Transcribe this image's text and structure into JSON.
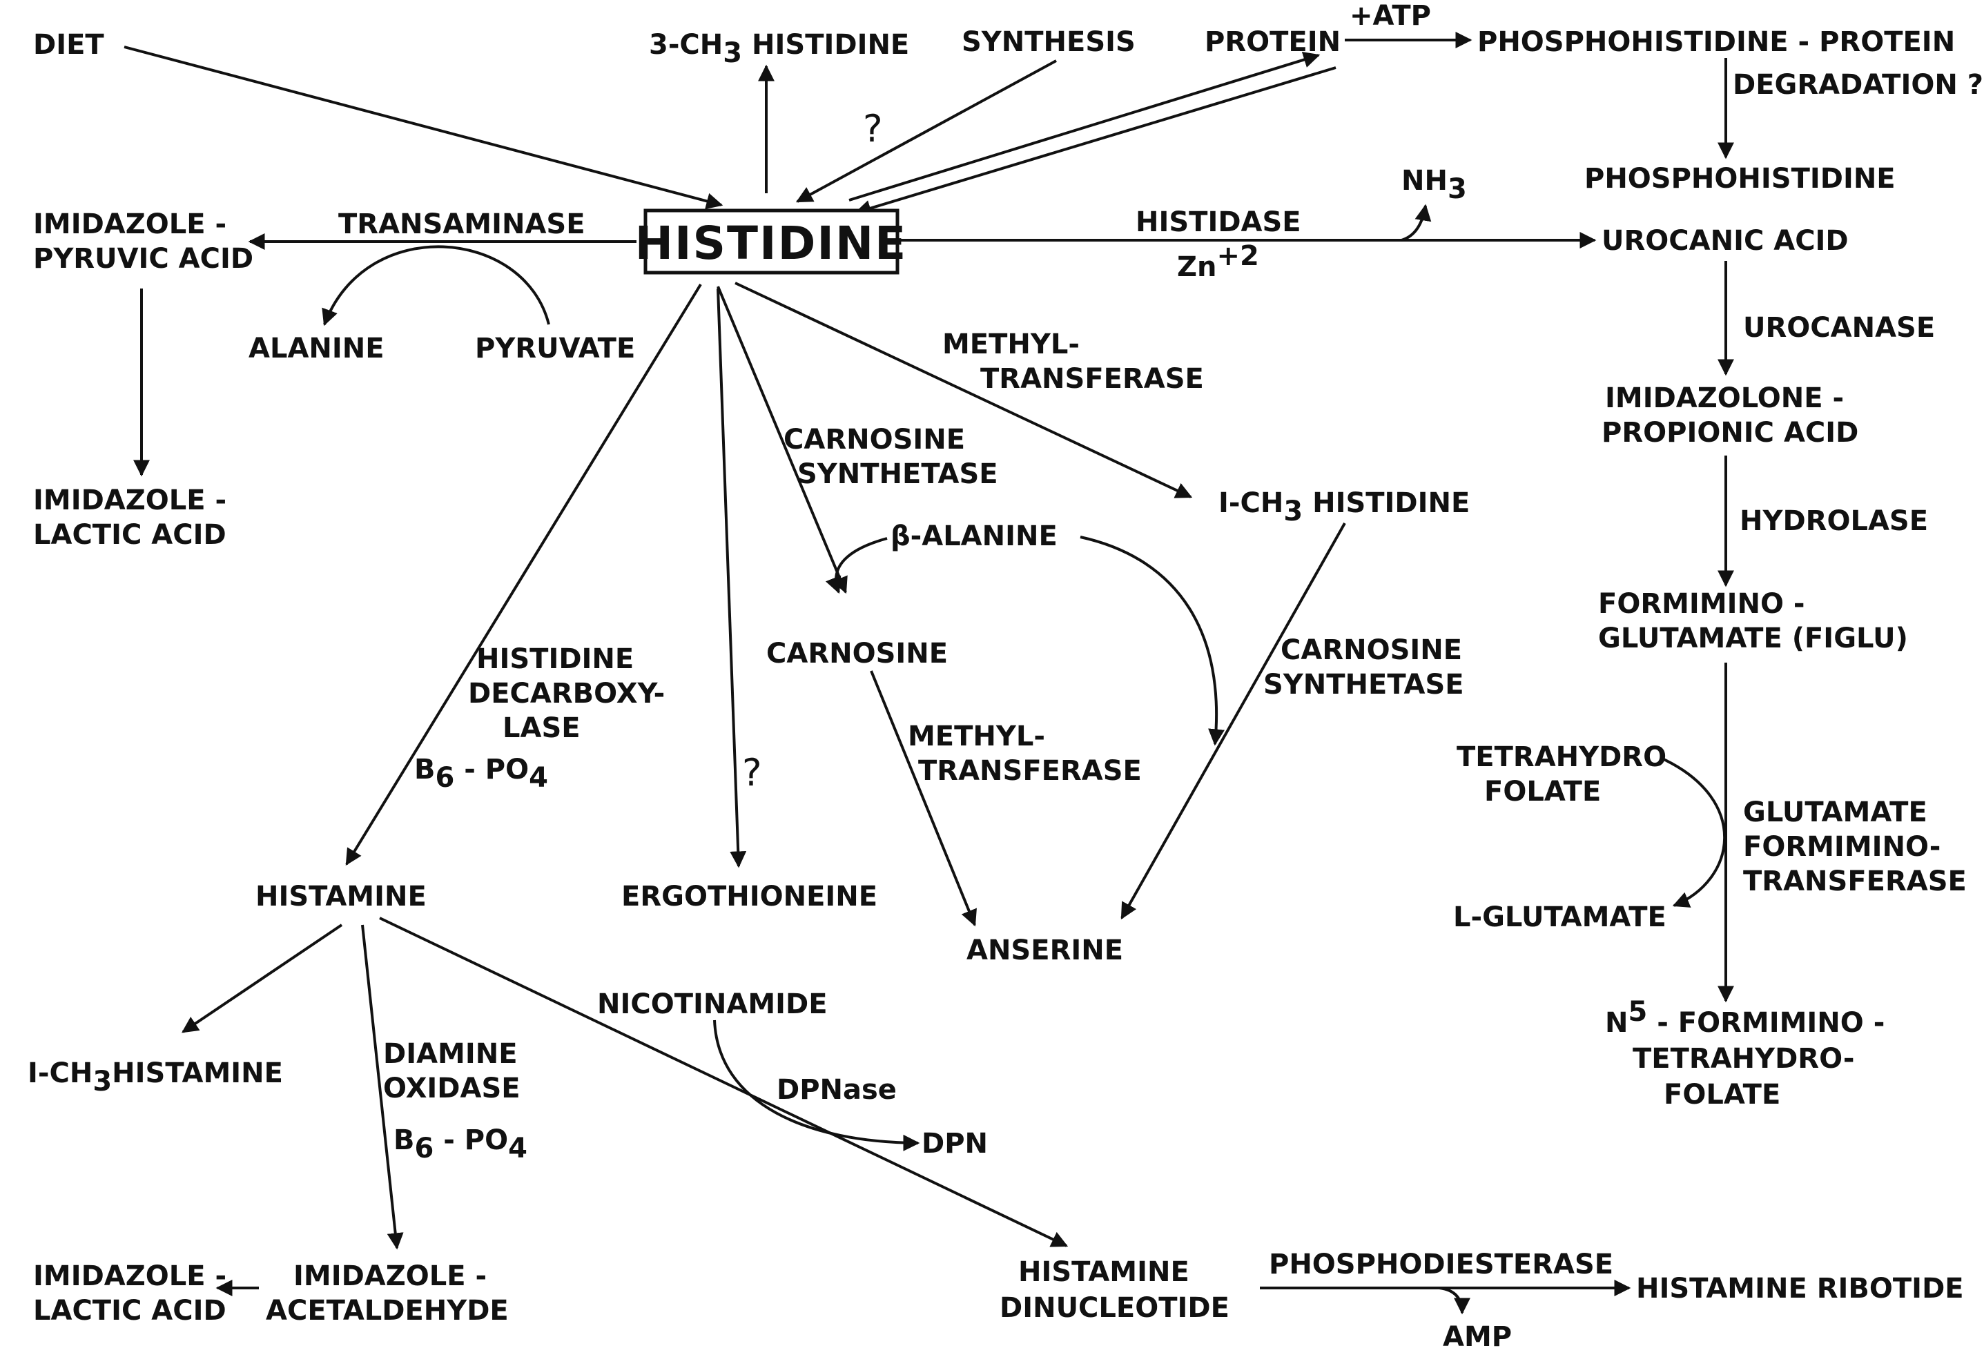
{
  "diagram": {
    "center": "HISTIDINE",
    "nodes": {
      "diet": "DIET",
      "methylhistidine3": [
        "3-CH",
        "3",
        " HISTIDINE"
      ],
      "synthesis": "SYNTHESIS",
      "protein": "PROTEIN",
      "phosphohistidine_protein": "PHOSPHOHISTIDINE - PROTEIN",
      "phosphohistidine": "PHOSPHOHISTIDINE",
      "nh3": [
        "NH",
        "3"
      ],
      "urocanic_acid": "UROCANIC ACID",
      "imidazolone_propionic": [
        "IMIDAZOLONE -",
        "PROPIONIC ACID"
      ],
      "figlu": [
        "FORMIMINO -",
        "GLUTAMATE (FIGLU)"
      ],
      "tetrahydrofolate": [
        "TETRAHYDRO",
        "FOLATE"
      ],
      "l_glutamate": "L-GLUTAMATE",
      "n5_formimino": [
        "N",
        "5",
        " - FORMIMINO -",
        "TETRAHYDRO-",
        "FOLATE"
      ],
      "imidazole_pyruvic": [
        "IMIDAZOLE -",
        "PYRUVIC ACID"
      ],
      "alanine": "ALANINE",
      "pyruvate": "PYRUVATE",
      "imidazole_lactic_top": [
        "IMIDAZOLE -",
        "LACTIC ACID"
      ],
      "methylhistidine1": [
        "I-CH",
        "3",
        " HISTIDINE"
      ],
      "beta_alanine": "β-ALANINE",
      "carnosine": "CARNOSINE",
      "anserine": "ANSERINE",
      "ergothioneine": "ERGOTHIONEINE",
      "histamine": "HISTAMINE",
      "methylhistamine": [
        "I-CH",
        "3",
        "HISTAMINE"
      ],
      "imidazole_acetaldehyde": [
        "IMIDAZOLE -",
        "ACETALDEHYDE"
      ],
      "imidazole_lactic_bottom": [
        "IMIDAZOLE -",
        "LACTIC ACID"
      ],
      "nicotinamide": "NICOTINAMIDE",
      "dpn": "DPN",
      "histamine_dinucleotide": [
        "HISTAMINE",
        "DINUCLEOTIDE"
      ],
      "histamine_ribotide": "HISTAMINE RIBOTIDE",
      "amp": "AMP"
    },
    "enzymes": {
      "atp": "+ATP",
      "degradation": "DEGRADATION ?",
      "histidase": "HISTIDASE",
      "zinc": [
        "Zn",
        "+2"
      ],
      "urocanase": "UROCANASE",
      "hydrolase": "HYDROLASE",
      "glutamate_formimino": [
        "GLUTAMATE",
        "FORMIMINO-",
        "TRANSFERASE"
      ],
      "transaminase": "TRANSAMINASE",
      "methyltransferase_top": [
        "METHYL-",
        "TRANSFERASE"
      ],
      "carnosine_synthetase_left": [
        "CARNOSINE",
        "SYNTHETASE"
      ],
      "carnosine_synthetase_right": [
        "CARNOSINE",
        "SYNTHETASE"
      ],
      "methyltransferase_mid": [
        "METHYL-",
        "TRANSFERASE"
      ],
      "histidine_decarboxylase": [
        "HISTIDINE",
        "DECARBOXY-",
        "LASE"
      ],
      "b6po4_top": [
        "B",
        "6",
        " - PO",
        "4"
      ],
      "diamine_oxidase": [
        "DIAMINE",
        "OXIDASE"
      ],
      "b6po4_bottom": [
        "B",
        "6",
        " - PO",
        "4"
      ],
      "dpnase": "DPNase",
      "phosphodiesterase": "PHOSPHODIESTERASE"
    },
    "unknown_marks": {
      "synthesis_q": "?",
      "ergothioneine_q": "?"
    }
  }
}
